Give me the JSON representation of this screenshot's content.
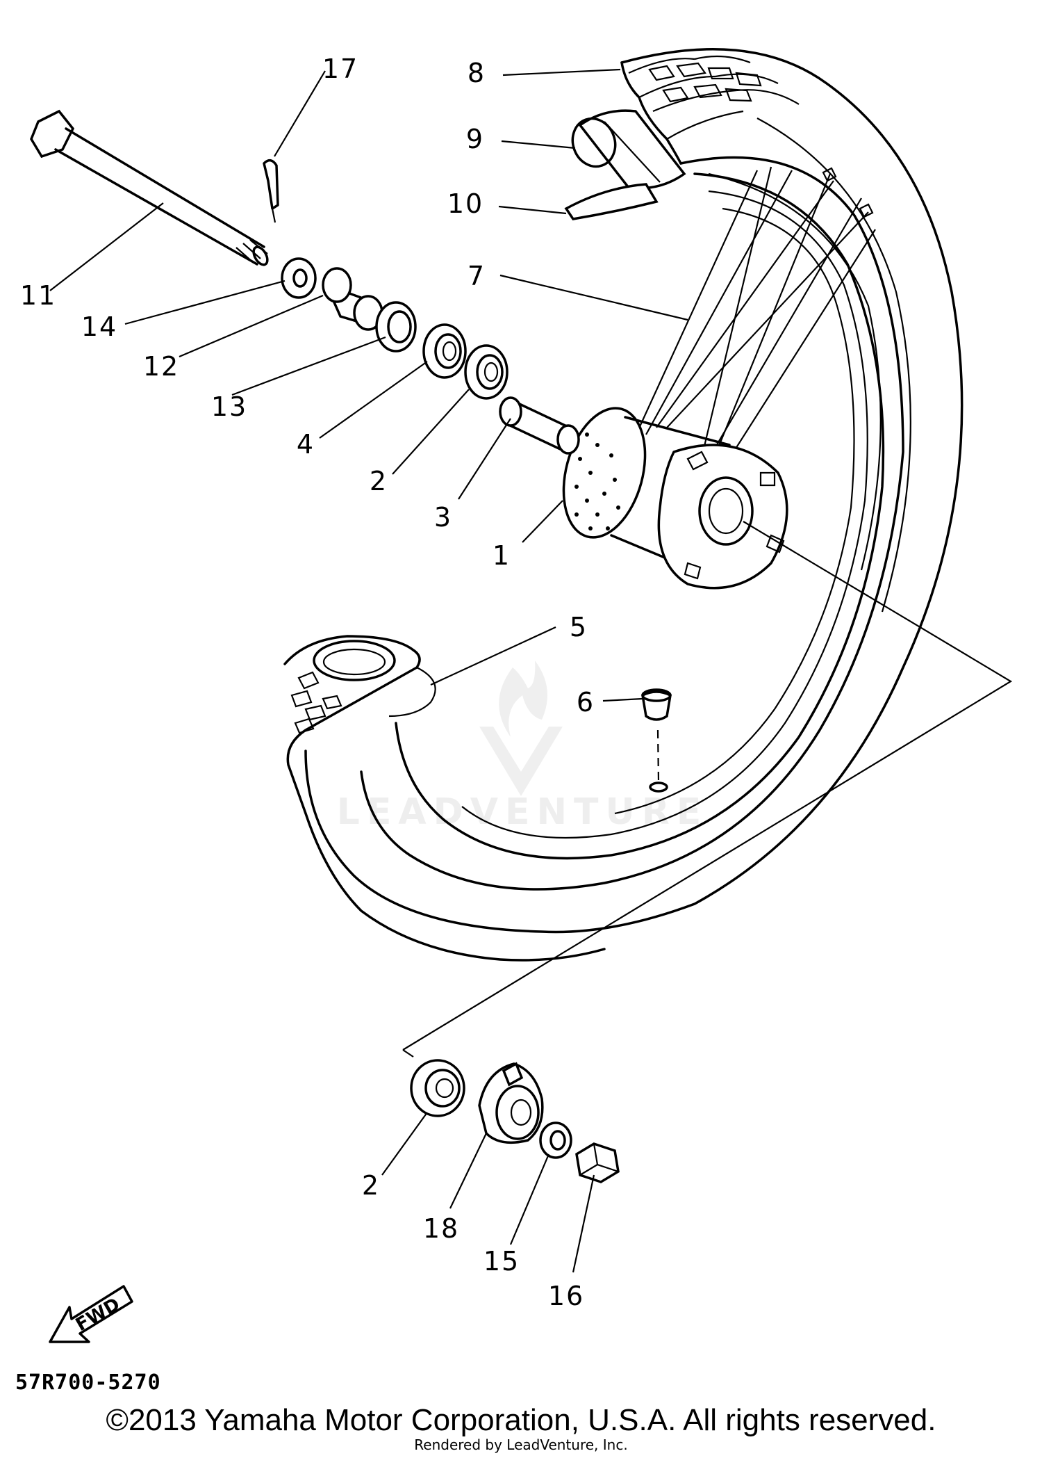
{
  "diagram_code": "57R700-5270",
  "fwd_label": "FWD",
  "watermark_text": "LEADVENTURE",
  "copyright": "©2013 Yamaha Motor Corporation, U.S.A. All rights reserved.",
  "rendered_by": "Rendered by LeadVenture, Inc.",
  "callouts": [
    {
      "id": "c1",
      "label": "1"
    },
    {
      "id": "c2a",
      "label": "2"
    },
    {
      "id": "c2b",
      "label": "2"
    },
    {
      "id": "c3",
      "label": "3"
    },
    {
      "id": "c4",
      "label": "4"
    },
    {
      "id": "c5",
      "label": "5"
    },
    {
      "id": "c6",
      "label": "6"
    },
    {
      "id": "c7",
      "label": "7"
    },
    {
      "id": "c8",
      "label": "8"
    },
    {
      "id": "c9",
      "label": "9"
    },
    {
      "id": "c10",
      "label": "10"
    },
    {
      "id": "c11",
      "label": "11"
    },
    {
      "id": "c12",
      "label": "12"
    },
    {
      "id": "c13",
      "label": "13"
    },
    {
      "id": "c14",
      "label": "14"
    },
    {
      "id": "c15",
      "label": "15"
    },
    {
      "id": "c16",
      "label": "16"
    },
    {
      "id": "c17",
      "label": "17"
    },
    {
      "id": "c18",
      "label": "18"
    }
  ],
  "icons": {
    "fwd_arrow": "fwd-arrow-icon",
    "watermark_logo": "leadventure-logo-icon"
  },
  "colors": {
    "ink": "#000000",
    "background": "#ffffff",
    "watermark": "#e8e8e8"
  }
}
